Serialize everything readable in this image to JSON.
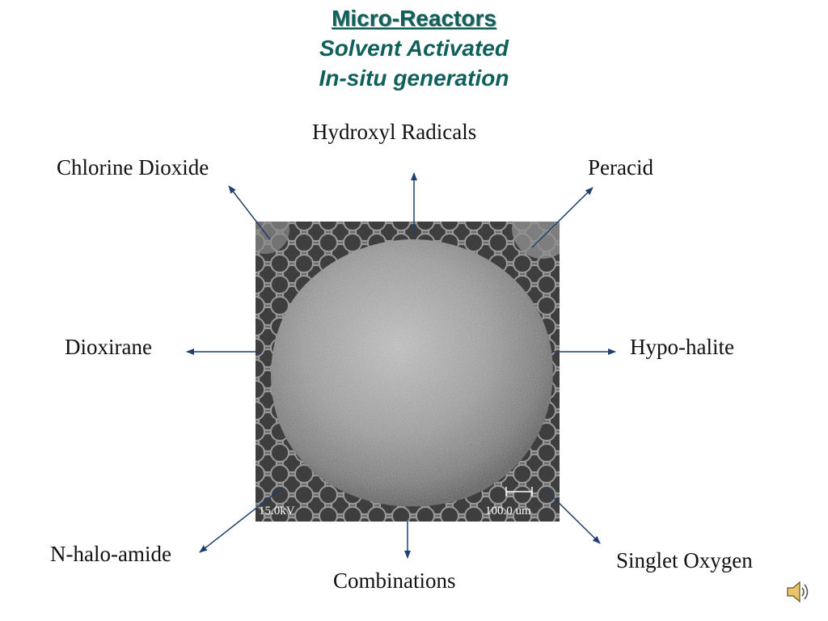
{
  "title": {
    "main": "Micro-Reactors",
    "line2": "Solvent Activated",
    "line3": "In-situ generation"
  },
  "labels": {
    "top": "Hydroxyl Radicals",
    "top_left": "Chlorine Dioxide",
    "top_right": "Peracid",
    "left": "Dioxirane",
    "right": "Hypo-halite",
    "bottom_left": "N-halo-amide",
    "bottom": "Combinations",
    "bottom_right": "Singlet Oxygen"
  },
  "image": {
    "voltage": "15.0kV",
    "scale": "100.0 um"
  },
  "colors": {
    "title": "#0f5f5a",
    "arrow": "#1f3f6f",
    "text": "#111111"
  },
  "icons": {
    "speaker": "speaker-icon"
  }
}
